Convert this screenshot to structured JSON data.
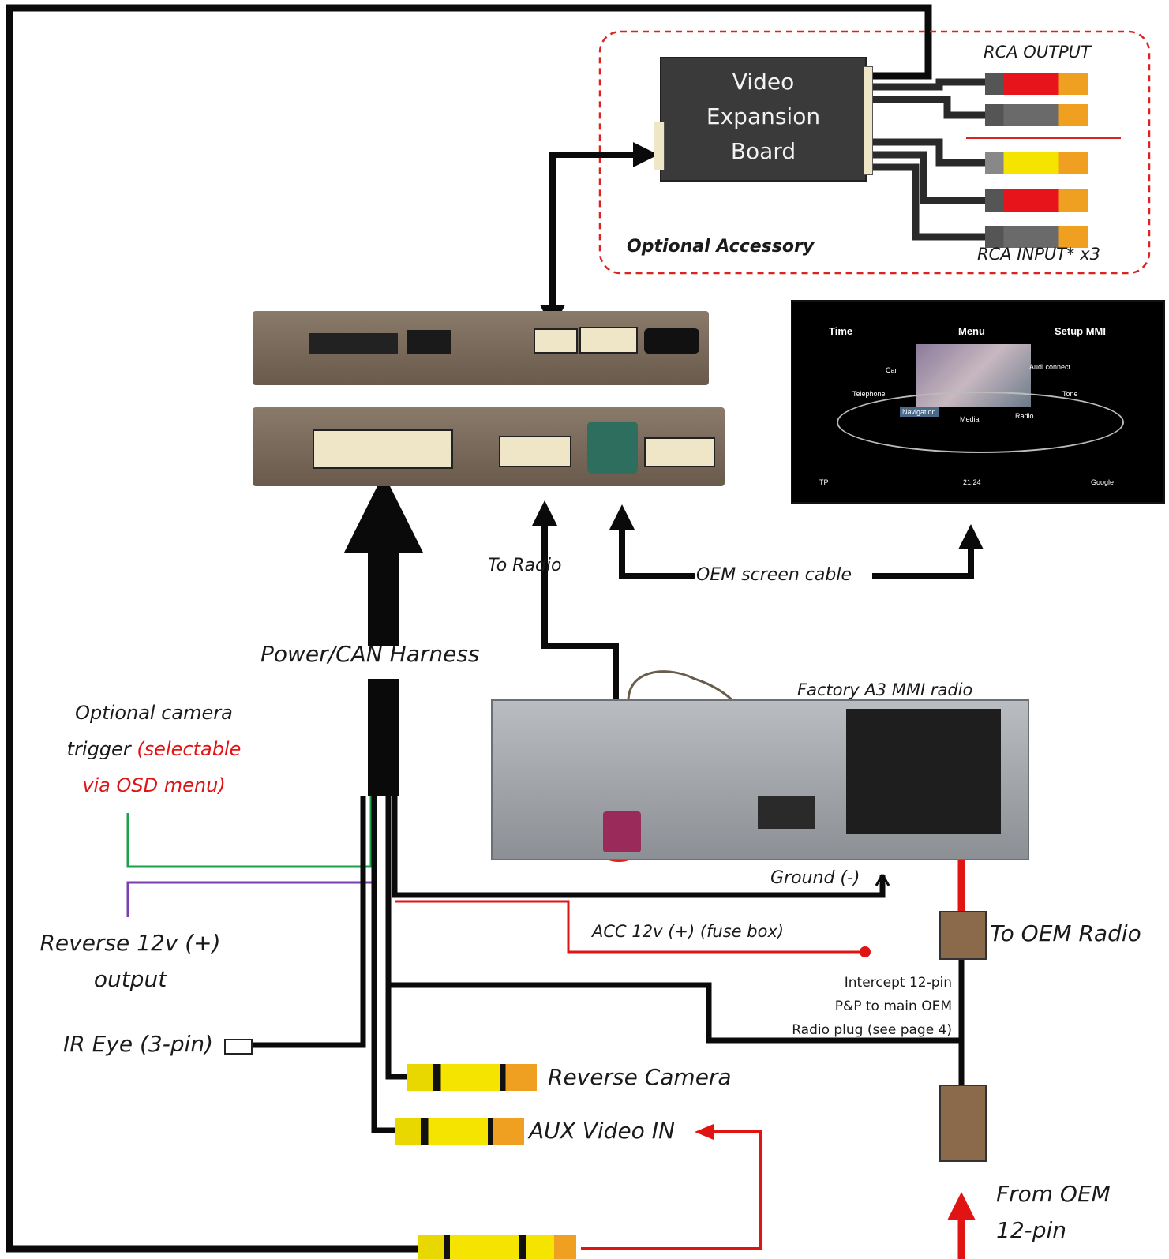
{
  "title": "",
  "labels": {
    "veb_line1": "Video",
    "veb_line2": "Expansion",
    "veb_line3": "Board",
    "rca_output": "RCA OUTPUT",
    "rca_input": "RCA INPUT* x3",
    "optional_accessory": "Optional Accessory",
    "to_radio": "To Radio",
    "oem_screen_cable": "OEM screen cable",
    "power_can": "Power/CAN Harness",
    "factory_radio": "Factory A3 MMI radio",
    "camera_trigger_1": "Optional camera",
    "camera_trigger_2": "trigger",
    "camera_trigger_3": "(selectable",
    "camera_trigger_4": "via OSD menu)",
    "reverse_out_1": "Reverse 12v (+)",
    "reverse_out_2": "output",
    "ground": "Ground (-)",
    "acc": "ACC 12v (+) (fuse box)",
    "to_oem_radio": "To OEM Radio",
    "intercept_1": "Intercept 12-pin",
    "intercept_2": "P&P to main OEM",
    "intercept_3": "Radio plug (see page 4)",
    "ir_eye": "IR Eye (3-pin)",
    "reverse_camera": "Reverse Camera",
    "aux_video": "AUX Video IN",
    "from_oem_1": "From OEM",
    "from_oem_2": "12-pin"
  },
  "screen": {
    "time": "Time",
    "menu": "Menu",
    "setup": "Setup MMI",
    "car": "Car",
    "audi_connect": "Audi connect",
    "telephone": "Telephone",
    "tone": "Tone",
    "navigation": "Navigation",
    "media": "Media",
    "radio": "Radio",
    "clock": "21:24",
    "tp": "TP",
    "google": "Google"
  },
  "colors": {
    "wire_black": "#0a0a0a",
    "wire_red": "#e11414",
    "wire_green": "#1aa14a",
    "wire_purple": "#7a3fb0",
    "rca_red": "#e8141b",
    "rca_yellow": "#f5e400",
    "rca_grey": "#6a6a6a",
    "rca_tip": "#f0a020",
    "module_bronze": "#7a6a5c",
    "accessory_border": "#d22"
  }
}
